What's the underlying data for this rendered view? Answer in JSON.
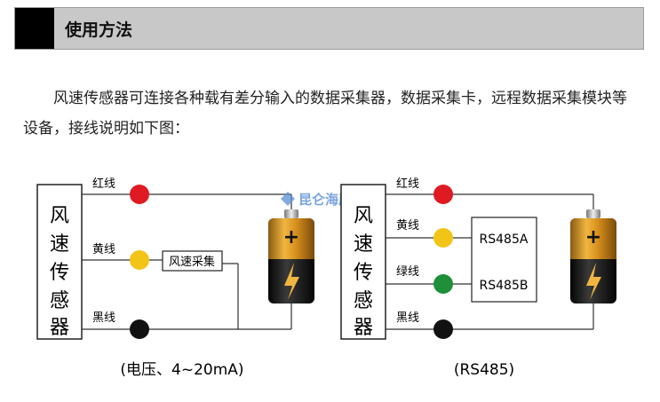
{
  "section": {
    "title": "使用方法"
  },
  "intro": "风速传感器可连接各种载有差分输入的数据采集器，数据采集卡，远程数据采集模块等设备，接线说明如下图：",
  "diagram_left": {
    "sensor": "风速传感器",
    "wires": {
      "red": "红线",
      "yellow": "黄线",
      "black": "黑线"
    },
    "collector": "风速采集",
    "caption": "(电压、4~20mA)"
  },
  "diagram_right": {
    "sensor": "风速传感器",
    "wires": {
      "red": "红线",
      "yellow": "黄线",
      "green": "绿线",
      "black": "黑线"
    },
    "rs485a": "RS485A",
    "rs485b": "RS485B",
    "caption": "(RS485)"
  },
  "watermark": "昆仑海岸",
  "colors": {
    "red": "#e01a22",
    "yellow": "#f2c418",
    "green": "#1f8f3a",
    "black": "#111111",
    "header_bg": "#c8c8c8"
  }
}
